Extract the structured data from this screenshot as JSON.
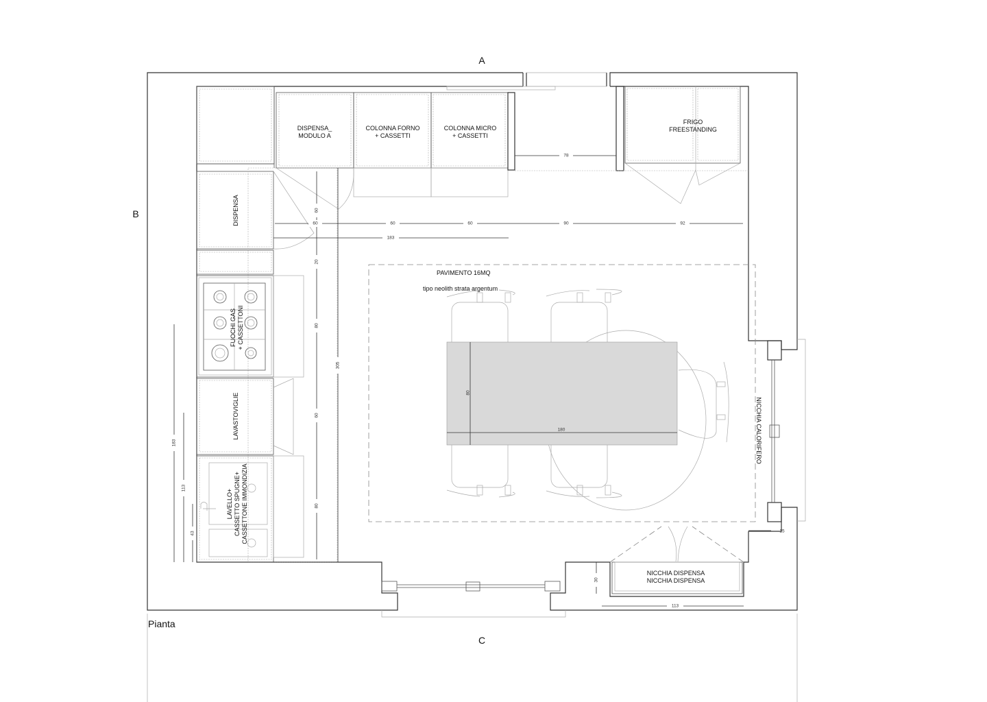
{
  "sections": {
    "a": "A",
    "b": "B",
    "c": "C",
    "title": "Pianta"
  },
  "cabinets": {
    "dispensa_modulo_1": "DISPENSA_",
    "dispensa_modulo_2": "MODULO A",
    "forno_1": "COLONNA FORNO",
    "forno_2": "+ CASSETTI",
    "micro_1": "COLONNA MICRO",
    "micro_2": "+ CASSETTI",
    "frigo_1": "FRIGO",
    "frigo_2": "FREESTANDING",
    "dispensa": "DISPENSA",
    "fuochi_1": "FUOCHI GAS",
    "fuochi_2": "+ CASSETTONI",
    "lavastoviglie": "LAVASTOVIGLIE",
    "lavello_1": "LAVELLO+",
    "lavello_2": "CASSETTO SPUGNE+",
    "lavello_3": "CASSETTONE IMMONDIZIA",
    "nicchia_calorifero": "NICCHIA CALORIFERO",
    "nicchia_dispensa_1": "NICCHIA DISPENSA",
    "nicchia_dispensa_2": "NICCHIA DISPENSA"
  },
  "floor": {
    "title": "PAVIMENTO 16MQ",
    "type": "tipo neolith strata argentum"
  },
  "dims": {
    "top": [
      "60",
      "60",
      "60",
      "90",
      "92"
    ],
    "top_total": "183",
    "window_gap": "78",
    "left_col": [
      "60",
      "20",
      "80",
      "60",
      "80"
    ],
    "left_total": "305",
    "outer_left": [
      "183",
      "113",
      "43"
    ],
    "table_depth": "80",
    "table_length": "180",
    "niche_depth": "30",
    "niche_width": "113",
    "radiator_depth": "15"
  },
  "colors": {
    "table": "#d9d9d9",
    "lines": "#333333"
  }
}
